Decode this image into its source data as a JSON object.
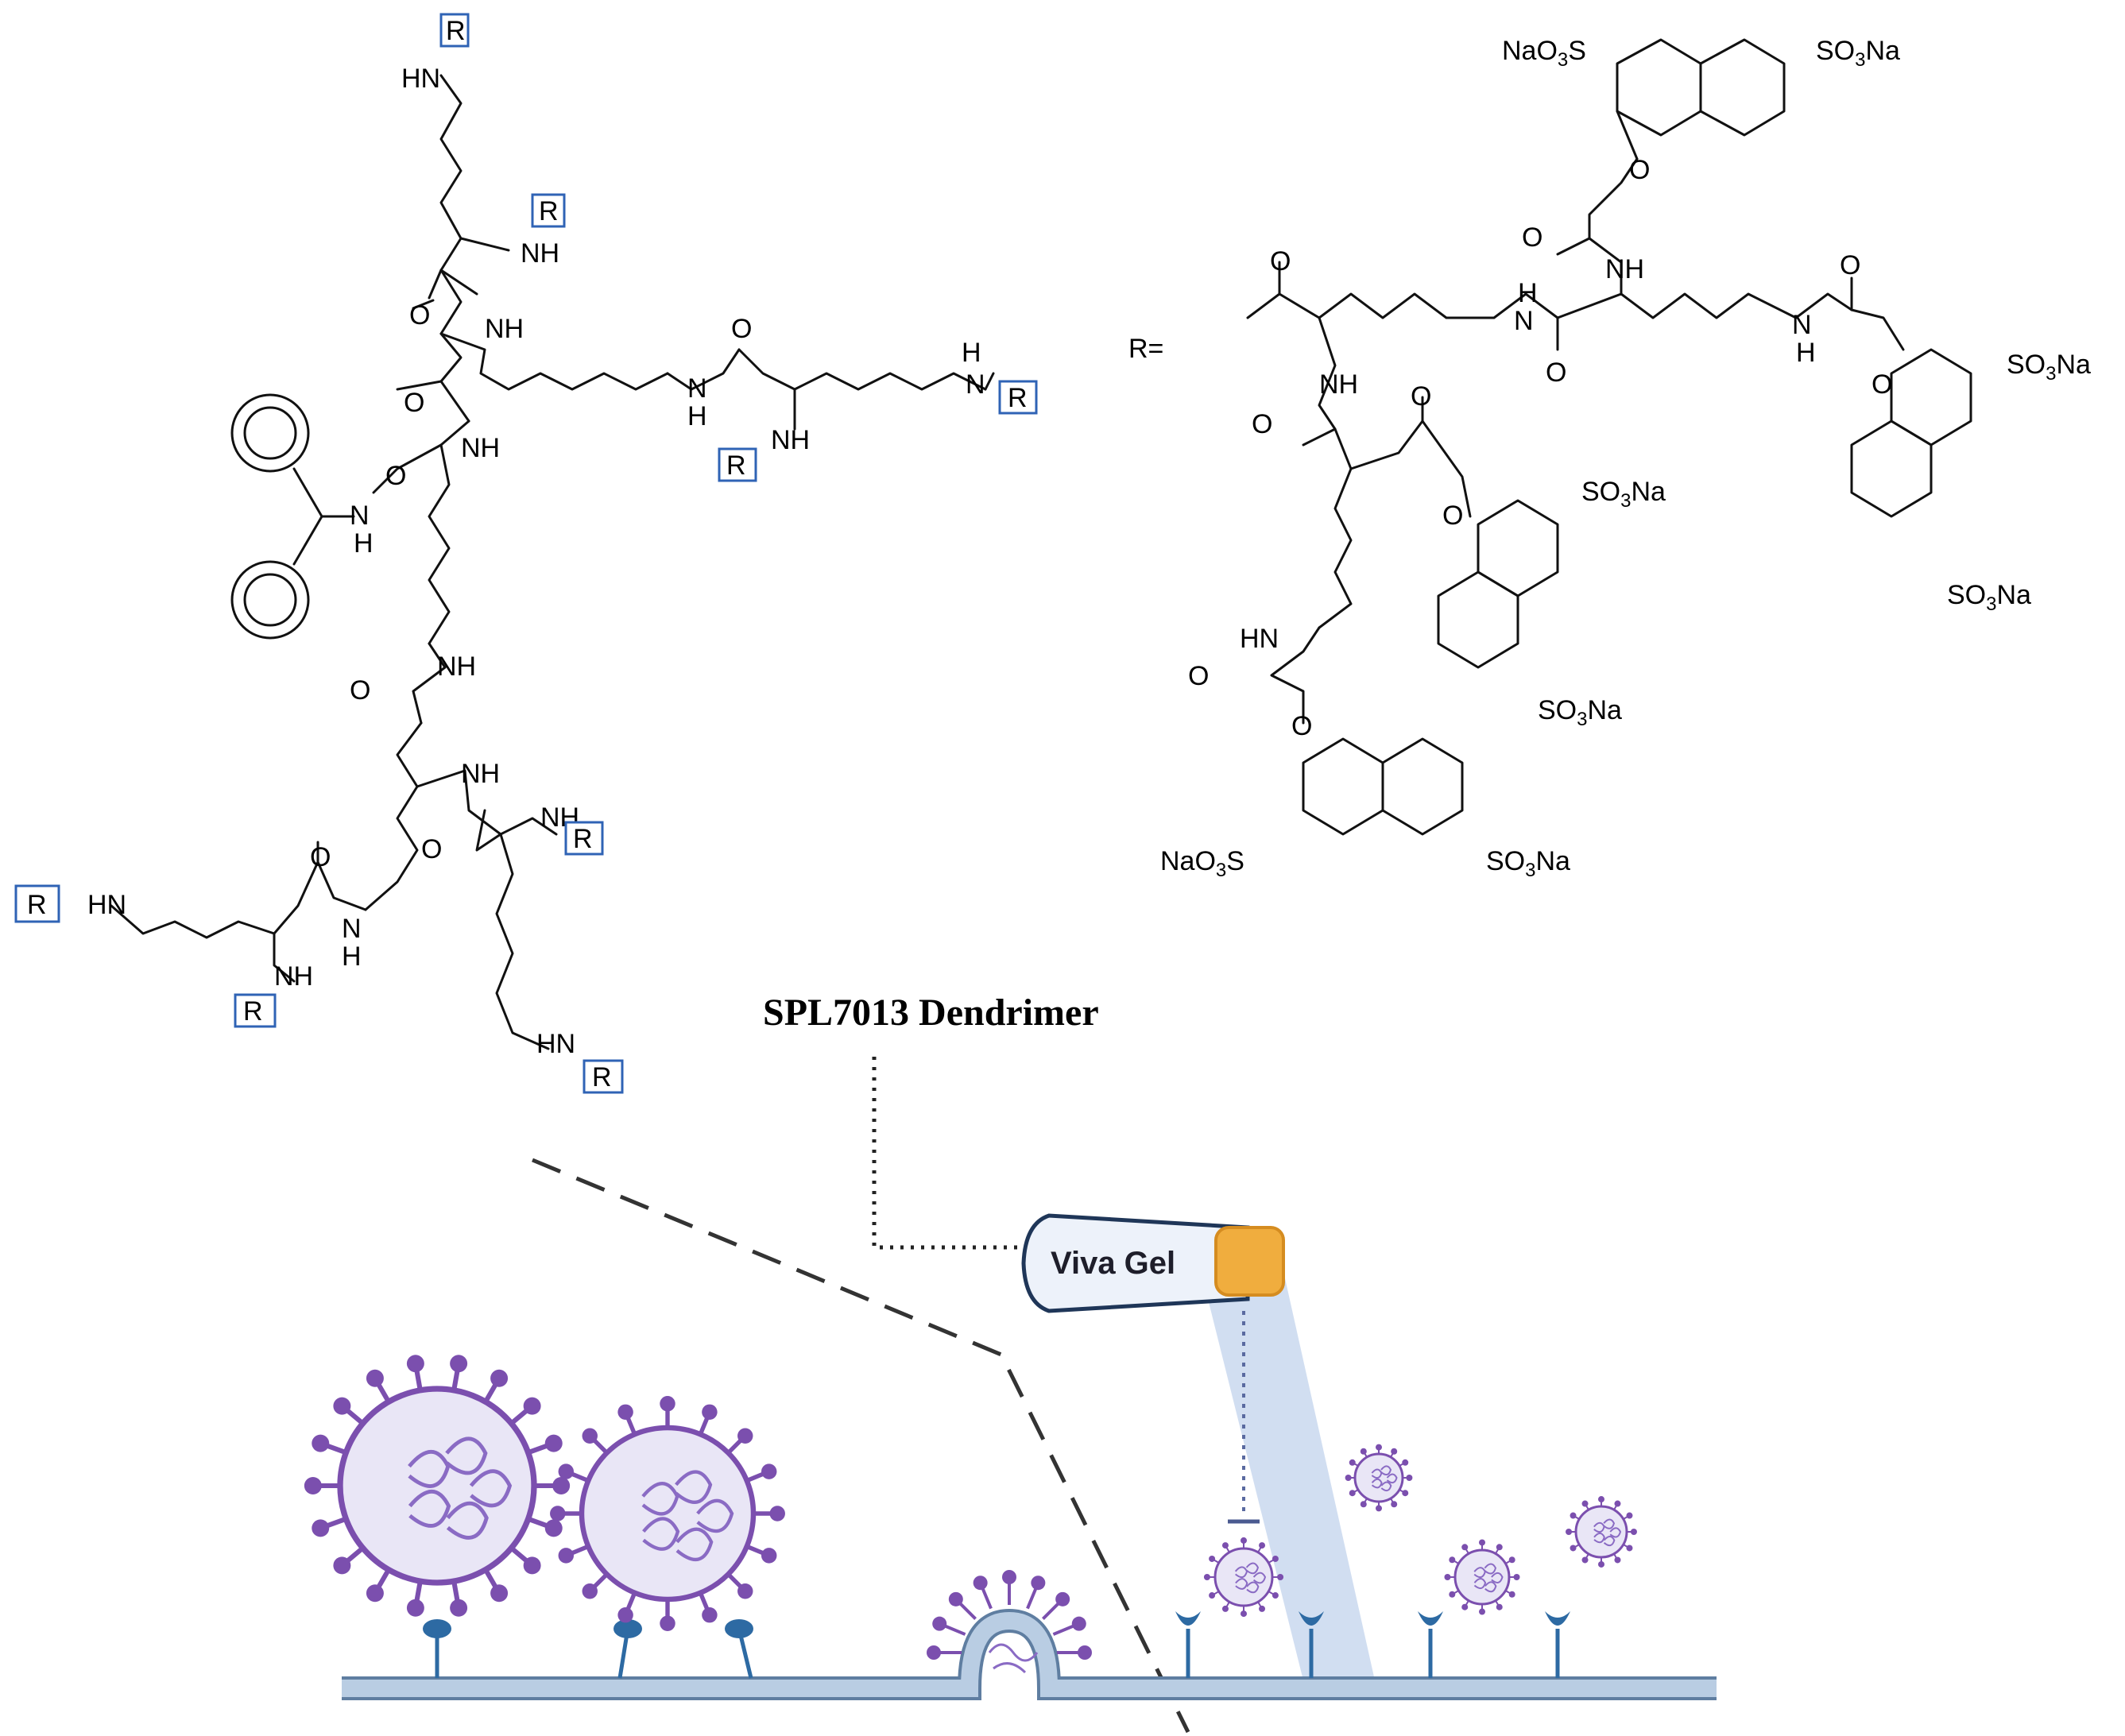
{
  "title": "SPL7013 Dendrimer",
  "r_equals": "R=",
  "r_label": "R",
  "product_label": "Viva Gel",
  "colors": {
    "virus_purple": "#7b4fae",
    "virus_fill": "#e9e6f6",
    "receptor_blue": "#2d6aa3",
    "membrane": "#b9cde3",
    "gel_orange": "#f0ad3e",
    "gel_body": "#edf2fa",
    "beam": "#c9d8ee",
    "r_box": "#2f63b5"
  },
  "core_labels": {
    "nh": "NH",
    "hn": "HN",
    "h": "H",
    "n": "N",
    "o": "O"
  },
  "r_group_labels": {
    "nao3s_a": "NaO",
    "nao3s_a_sub": "3",
    "nao3s_a_s": "S",
    "so3na": "SO",
    "sub3": "3",
    "na": "Na"
  },
  "icons": [
    "virus-icon",
    "receptor-icon",
    "viva-gel-applicator-icon"
  ]
}
